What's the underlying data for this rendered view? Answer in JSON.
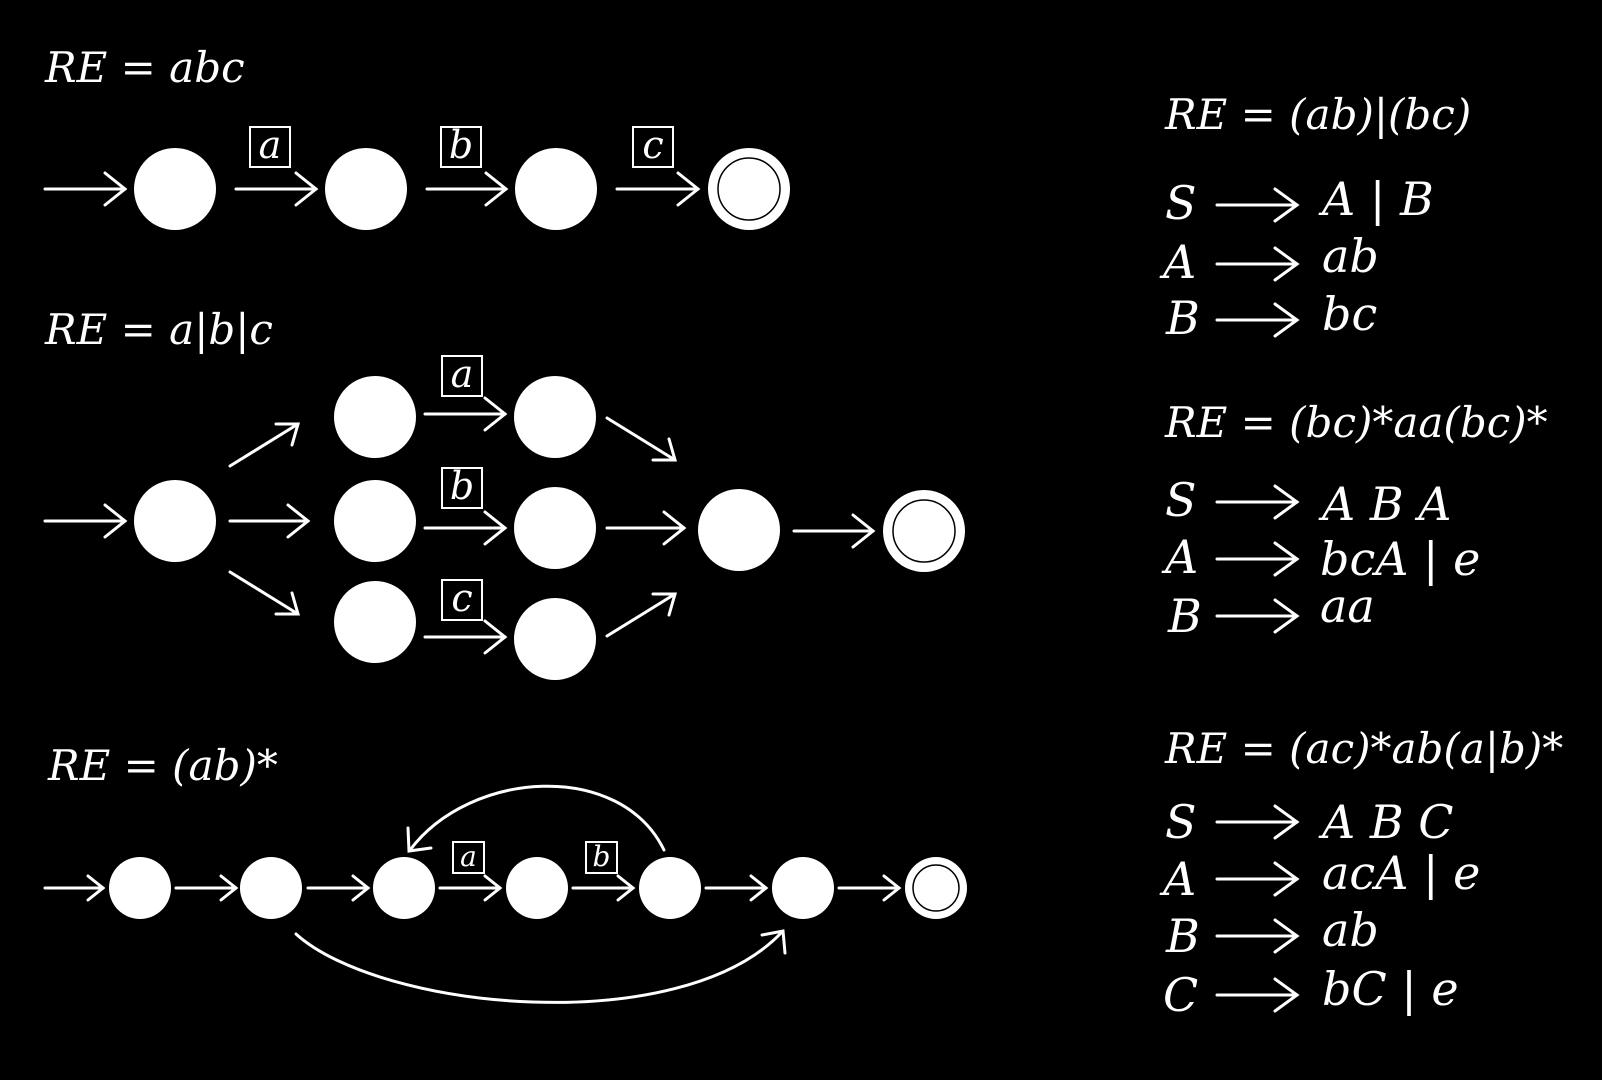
{
  "diagrams": {
    "d1": {
      "title": "RE = abc",
      "labels": [
        "a",
        "b",
        "c"
      ]
    },
    "d2": {
      "title": "RE = a|b|c",
      "labels": [
        "a",
        "b",
        "c"
      ]
    },
    "d3": {
      "title": "RE = (ab)*",
      "labels": [
        "a",
        "b"
      ]
    }
  },
  "grammars": [
    {
      "title": "RE = (ab)|(bc)",
      "rules": [
        {
          "lhs": "S",
          "rhs": "A | B"
        },
        {
          "lhs": "A",
          "rhs": "ab"
        },
        {
          "lhs": "B",
          "rhs": "bc"
        }
      ]
    },
    {
      "title": "RE = (bc)*aa(bc)*",
      "rules": [
        {
          "lhs": "S",
          "rhs": "A B A"
        },
        {
          "lhs": "A",
          "rhs": "bcA | e"
        },
        {
          "lhs": "B",
          "rhs": "aa"
        }
      ]
    },
    {
      "title": "RE = (ac)*ab(a|b)*",
      "rules": [
        {
          "lhs": "S",
          "rhs": "A B C"
        },
        {
          "lhs": "A",
          "rhs": "acA | e"
        },
        {
          "lhs": "B",
          "rhs": "ab"
        },
        {
          "lhs": "C",
          "rhs": "bC | e"
        }
      ]
    }
  ]
}
